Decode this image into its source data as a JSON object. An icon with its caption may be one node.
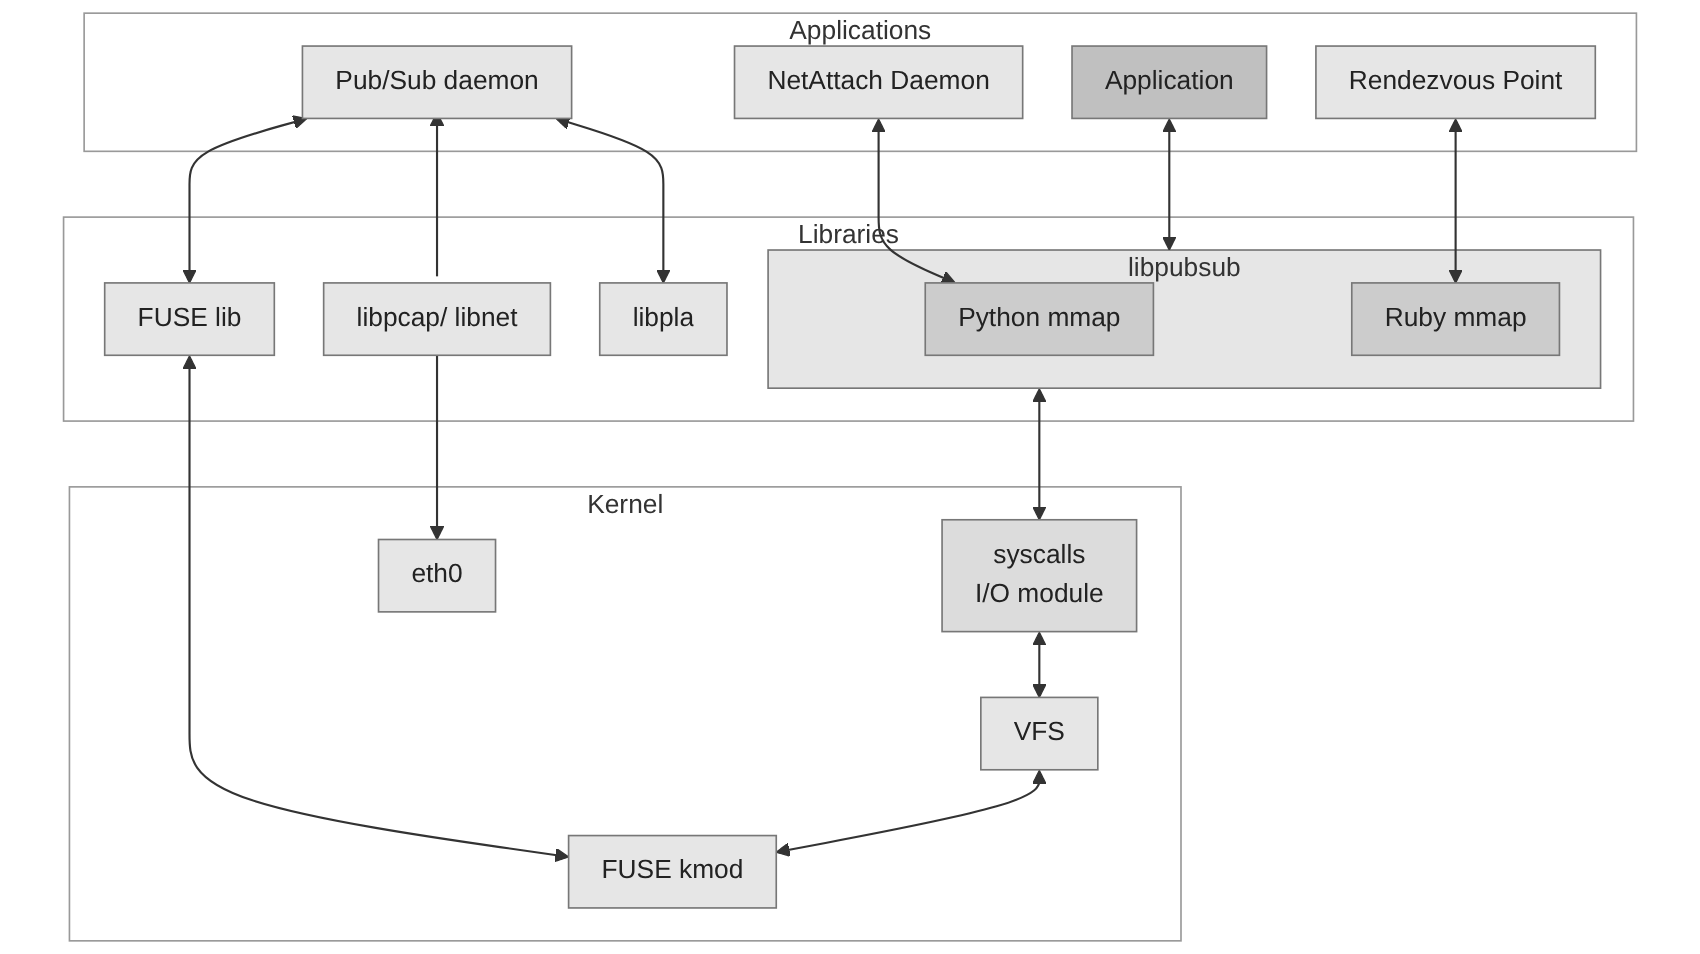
{
  "diagram": {
    "nodes": [
      {
        "text": [
          "Applications"
        ]
      },
      {
        "text": [
          "Application"
        ],
        "in": 0
      },
      {
        "text": [
          "NetAttach Daemon"
        ],
        "in": 0
      },
      {
        "text": [
          "Rendezvous Point"
        ],
        "in": 0
      },
      {
        "text": [
          "Pub/Sub daemon"
        ],
        "in": 0
      },
      {
        "text": [
          "Libraries"
        ]
      },
      {
        "text": [
          "libpubsub"
        ],
        "in": 5
      },
      {
        "text": [
          "Python mmap"
        ],
        "in": 6
      },
      {
        "text": [
          "Ruby mmap"
        ],
        "in": 6
      },
      {
        "text": [
          "FUSE lib"
        ],
        "in": 5
      },
      {
        "text": [
          "libpla"
        ],
        "in": 5
      },
      {
        "text": [
          "libpcap/ libnet"
        ],
        "in": 5
      },
      {
        "text": [
          "Kernel"
        ]
      },
      {
        "text": [
          "syscalls",
          "I/O module"
        ],
        "in": 12
      },
      {
        "text": [
          "VFS"
        ],
        "in": 12
      },
      {
        "text": [
          "FUSE kmod"
        ],
        "in": 12
      },
      {
        "text": [
          "eth0"
        ],
        "in": 12
      }
    ],
    "edges": [
      {
        "from": 1,
        "to": 6,
        "arrow": "both"
      },
      {
        "from": 2,
        "to": 7,
        "arrow": "both"
      },
      {
        "from": 3,
        "to": 8,
        "arrow": "both"
      },
      {
        "from": 4,
        "to": 9,
        "arrow": "both"
      },
      {
        "from": 4,
        "to": 10,
        "arrow": "both"
      },
      {
        "from": 11,
        "to": 4,
        "arrow": "to"
      },
      {
        "from": 6,
        "to": 13,
        "arrow": "both"
      },
      {
        "from": 9,
        "to": 15,
        "arrow": "both"
      },
      {
        "from": 13,
        "to": 14,
        "arrow": "both"
      },
      {
        "from": 14,
        "to": 15,
        "arrow": "both"
      },
      {
        "from": 11,
        "to": 16,
        "arrow": "to"
      }
    ]
  }
}
